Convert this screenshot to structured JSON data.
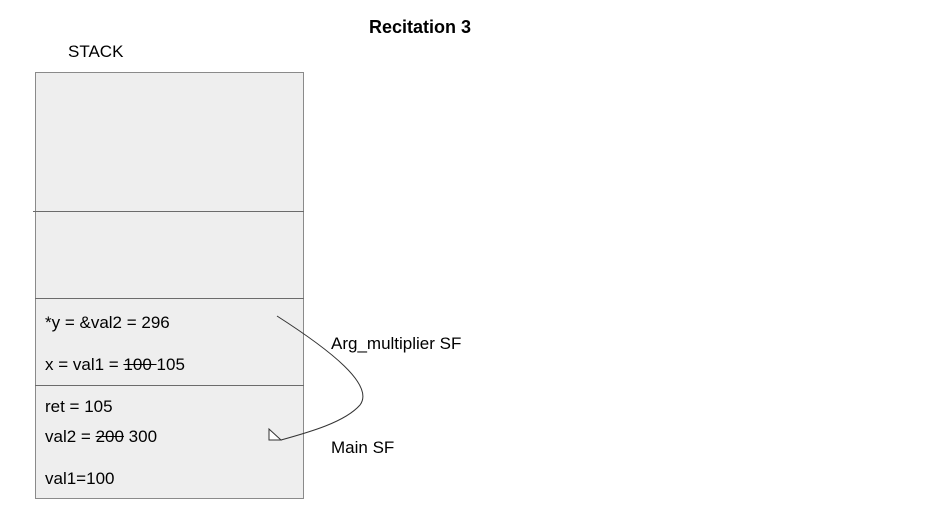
{
  "title": "Recitation 3",
  "stack_label": "STACK",
  "arg_frame": {
    "y_line": "*y = &val2 = 296",
    "x_line_prefix": "x = val1 = ",
    "x_old": "100 ",
    "x_new": "105",
    "label": "Arg_multiplier SF"
  },
  "main_frame": {
    "ret_line": "ret = 105",
    "val2_prefix": "val2 = ",
    "val2_old": "200",
    "val2_new": " 300",
    "val1_line": "val1=100",
    "label": "Main SF"
  }
}
